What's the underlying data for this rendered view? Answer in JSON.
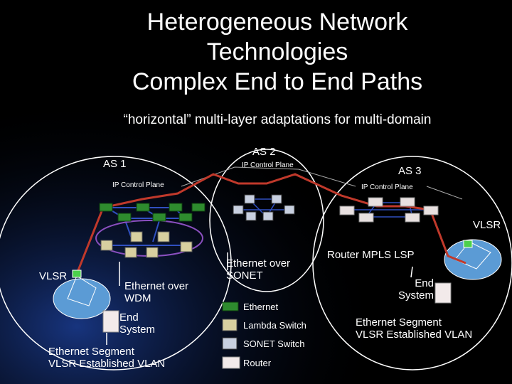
{
  "title": {
    "line1": "Heterogeneous Network",
    "line2": "Technologies",
    "line3": "Complex End to End Paths"
  },
  "subtitle": "“horizontal” multi-layer adaptations for multi-domain",
  "domains": {
    "as1": "AS 1",
    "as2": "AS 2",
    "as3": "AS 3"
  },
  "control_plane": {
    "as1": "IP Control Plane",
    "as2": "IP Control Plane",
    "as3": "IP Control Plane"
  },
  "labels": {
    "vlsr_left": "VLSR",
    "vlsr_right": "VLSR",
    "ethernet_over_wdm_1": "Ethernet over",
    "ethernet_over_wdm_2": "WDM",
    "ethernet_over_sonet_1": "Ethernet over",
    "ethernet_over_sonet_2": "SONET",
    "router_mpls_lsp": "Router MPLS LSP",
    "end_system_left_1": "End",
    "end_system_left_2": "System",
    "end_system_right_1": "End",
    "end_system_right_2": "System",
    "eth_segment_left_1": "Ethernet Segment",
    "eth_segment_left_2": "VLSR Established VLAN",
    "eth_segment_right_1": "Ethernet Segment",
    "eth_segment_right_2": "VLSR Established VLAN"
  },
  "legend": {
    "ethernet": "Ethernet",
    "lambda_switch": "Lambda Switch",
    "sonet_switch": "SONET Switch",
    "router": "Router"
  },
  "colors": {
    "background": "#000000",
    "glow": "#1a3a8c",
    "ethernet_green": "#2e8b2e",
    "path_red": "#c0392b",
    "link_blue": "#3050c0",
    "vlsr_ellipse": "#5b9bd5",
    "circle_stroke": "#ffffff"
  }
}
